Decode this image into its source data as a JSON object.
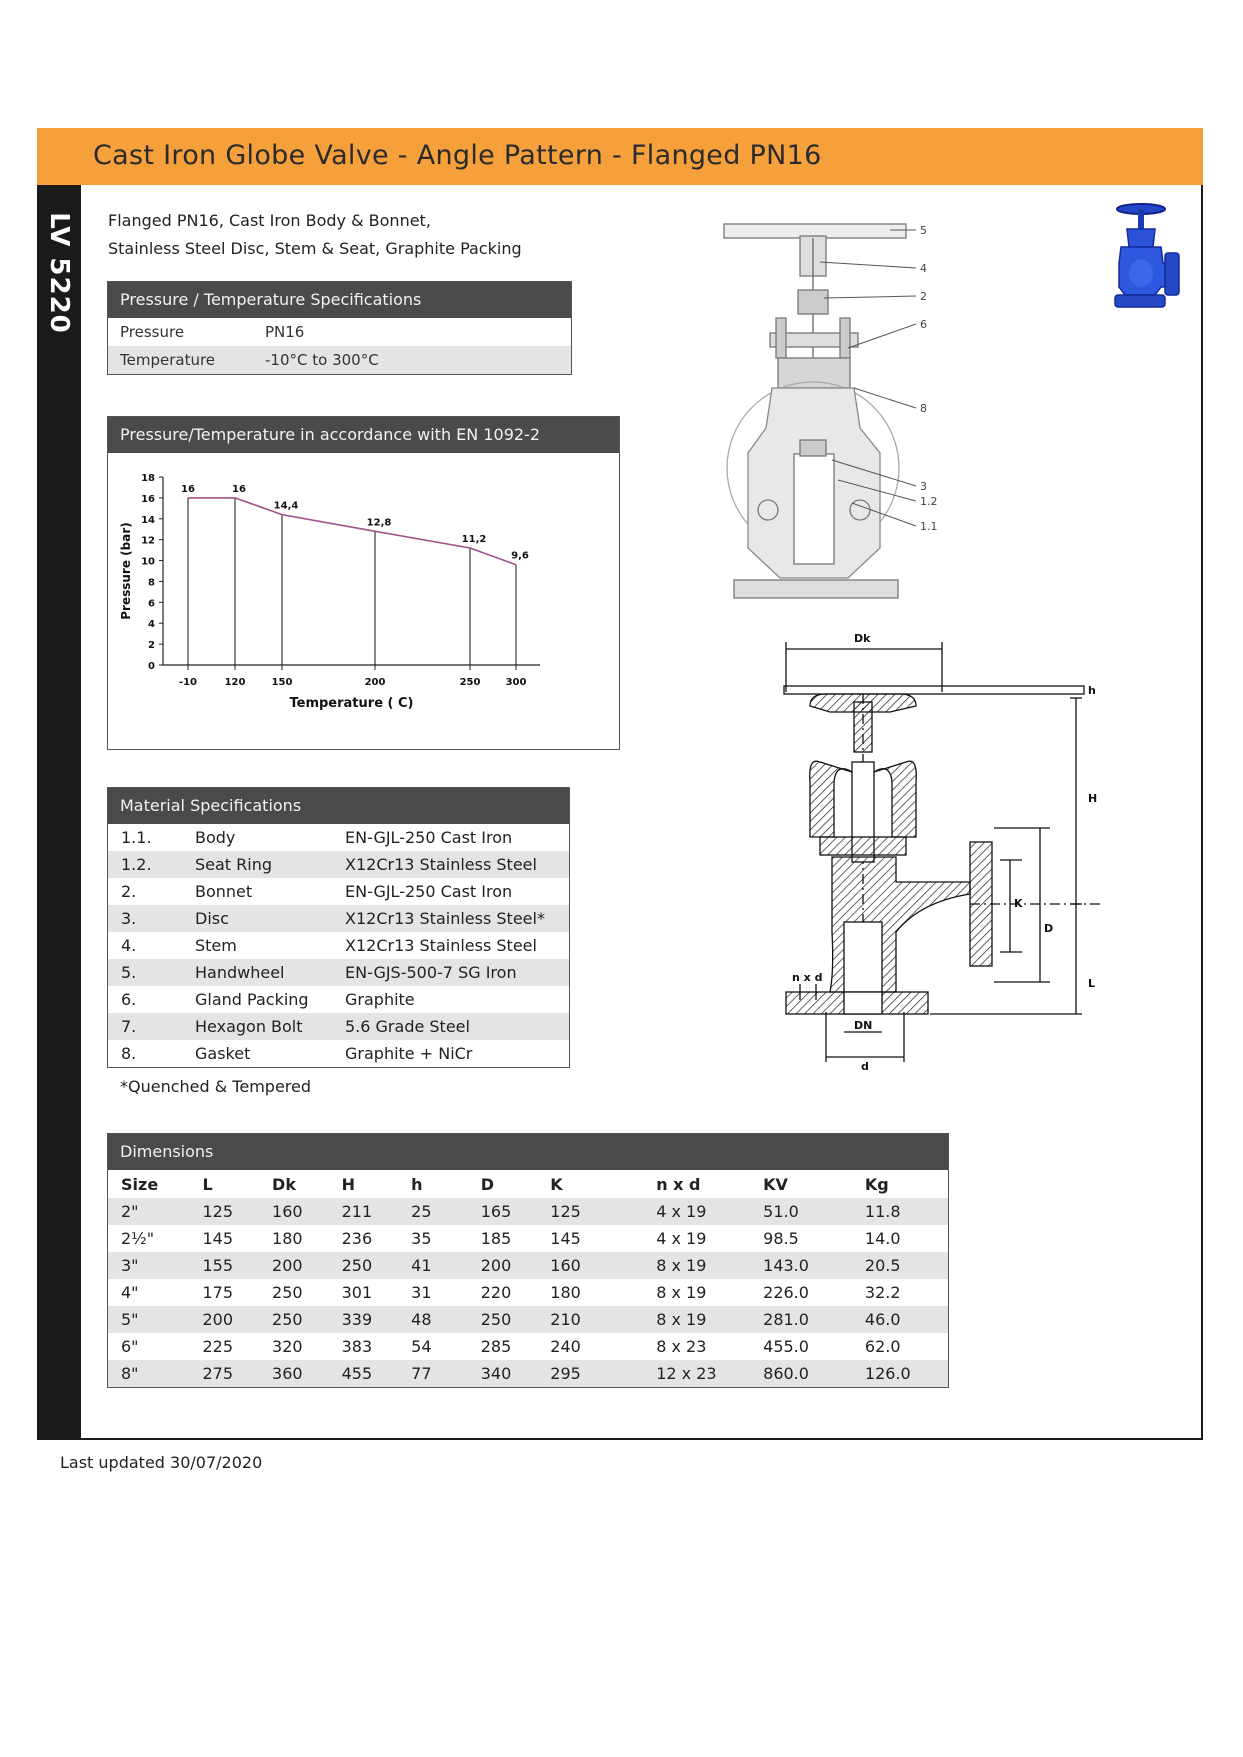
{
  "header": {
    "title": "Cast Iron Globe Valve - Angle Pattern - Flanged PN16"
  },
  "side_code": "LV 5220",
  "intro": {
    "line1": "Flanged PN16, Cast Iron Body & Bonnet,",
    "line2": "Stainless Steel Disc, Stem & Seat, Graphite Packing"
  },
  "pt_specs": {
    "heading": "Pressure / Temperature Specifications",
    "rows": [
      {
        "label": "Pressure",
        "value": "PN16"
      },
      {
        "label": "Temperature",
        "value": "-10°C to 300°C"
      }
    ]
  },
  "chart_heading": "Pressure/Temperature in accordance with EN 1092-2",
  "chart_data": {
    "type": "line",
    "title": "",
    "xlabel": "Temperature ( C)",
    "ylabel": "Pressure (bar)",
    "x": [
      -10,
      120,
      150,
      200,
      250,
      300
    ],
    "x_tick_labels": [
      "-10",
      "120",
      "150",
      "200",
      "250",
      "300"
    ],
    "values": [
      16,
      16,
      14.4,
      12.8,
      11.2,
      9.6
    ],
    "data_labels": [
      "16",
      "16",
      "14,4",
      "12,8",
      "11,2",
      "9,6"
    ],
    "ylim": [
      0,
      18
    ],
    "y_ticks": [
      0,
      2,
      4,
      6,
      8,
      10,
      12,
      14,
      16,
      18
    ],
    "line_color": "#a0508a",
    "drop_lines": true,
    "grid": false
  },
  "materials": {
    "heading": "Material Specifications",
    "rows": [
      {
        "num": "1.1.",
        "part": "Body",
        "material": "EN-GJL-250 Cast Iron"
      },
      {
        "num": "1.2.",
        "part": "Seat Ring",
        "material": "X12Cr13 Stainless Steel"
      },
      {
        "num": "2.",
        "part": "Bonnet",
        "material": "EN-GJL-250 Cast Iron"
      },
      {
        "num": "3.",
        "part": "Disc",
        "material": "X12Cr13 Stainless Steel*"
      },
      {
        "num": "4.",
        "part": "Stem",
        "material": "X12Cr13 Stainless Steel"
      },
      {
        "num": "5.",
        "part": "Handwheel",
        "material": "EN-GJS-500-7 SG Iron"
      },
      {
        "num": "6.",
        "part": "Gland Packing",
        "material": "Graphite"
      },
      {
        "num": "7.",
        "part": "Hexagon Bolt",
        "material": "5.6 Grade Steel"
      },
      {
        "num": "8.",
        "part": "Gasket",
        "material": "Graphite + NiCr"
      }
    ],
    "note": "*Quenched & Tempered"
  },
  "dimensions": {
    "heading": "Dimensions",
    "columns": [
      "Size",
      "L",
      "Dk",
      "H",
      "h",
      "D",
      "K",
      "n x d",
      "KV",
      "Kg"
    ],
    "rows": [
      [
        "2\"",
        "125",
        "160",
        "211",
        "25",
        "165",
        "125",
        "4 x 19",
        "51.0",
        "11.8"
      ],
      [
        "2½\"",
        "145",
        "180",
        "236",
        "35",
        "185",
        "145",
        "4 x 19",
        "98.5",
        "14.0"
      ],
      [
        "3\"",
        "155",
        "200",
        "250",
        "41",
        "200",
        "160",
        "8 x 19",
        "143.0",
        "20.5"
      ],
      [
        "4\"",
        "175",
        "250",
        "301",
        "31",
        "220",
        "180",
        "8 x 19",
        "226.0",
        "32.2"
      ],
      [
        "5\"",
        "200",
        "250",
        "339",
        "48",
        "250",
        "210",
        "8 x 19",
        "281.0",
        "46.0"
      ],
      [
        "6\"",
        "225",
        "320",
        "383",
        "54",
        "285",
        "240",
        "8 x 23",
        "455.0",
        "62.0"
      ],
      [
        "8\"",
        "275",
        "360",
        "455",
        "77",
        "340",
        "295",
        "12 x 23",
        "860.0",
        "126.0"
      ]
    ]
  },
  "section_drawing": {
    "callouts": [
      "5",
      "4",
      "2",
      "6",
      "8",
      "3",
      "1.2",
      "1.1"
    ]
  },
  "dim_drawing": {
    "labels": {
      "dk": "Dk",
      "h_small": "h",
      "H": "H",
      "K": "K",
      "D": "D",
      "L": "L",
      "nxd": "n x d",
      "DN": "DN",
      "d": "d"
    }
  },
  "footer": "Last updated 30/07/2020",
  "colors": {
    "accent": "#f6a03c",
    "panel_header": "#4a4a4a",
    "side_band": "#1a1a1a",
    "row_alt": "#e4e4e4"
  }
}
